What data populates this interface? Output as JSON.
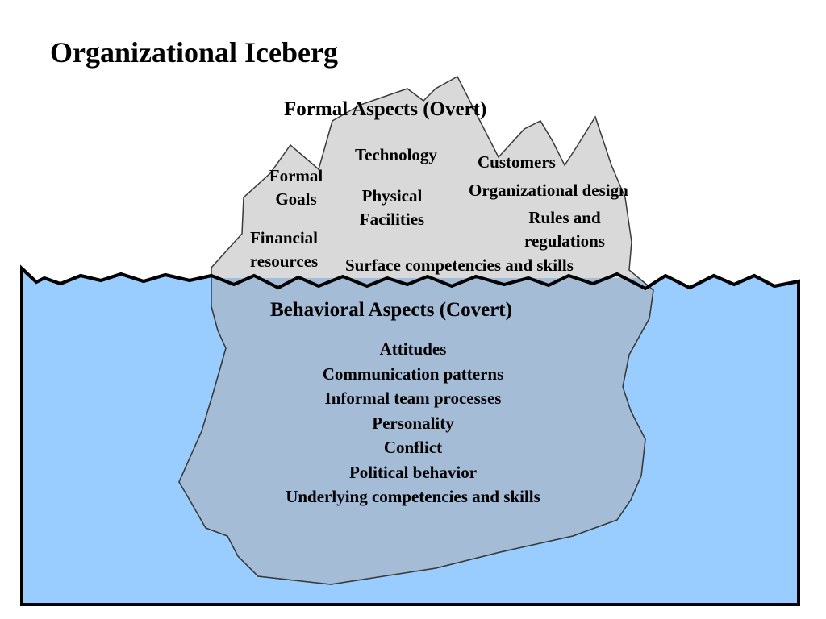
{
  "title": "Organizational Iceberg",
  "formal": {
    "heading": "Formal Aspects (Overt)",
    "items": {
      "technology": "Technology",
      "customers": "Customers",
      "formal_goals_1": "Formal",
      "formal_goals_2": "Goals",
      "physical_facilities_1": "Physical",
      "physical_facilities_2": "Facilities",
      "organizational_design": "Organizational design",
      "rules_1": "Rules and",
      "rules_2": "regulations",
      "financial_1": "Financial",
      "financial_2": "resources",
      "surface_competencies": "Surface competencies and skills"
    }
  },
  "behavioral": {
    "heading": "Behavioral Aspects (Covert)",
    "items": [
      "Attitudes",
      "Communication patterns",
      "Informal team processes",
      "Personality",
      "Conflict",
      "Political behavior",
      "Underlying competencies and skills"
    ]
  },
  "colors": {
    "water": "#99ccff",
    "iceberg_above": "#d9d9d9",
    "iceberg_below": "#a4bcd6",
    "outline": "#000000"
  }
}
